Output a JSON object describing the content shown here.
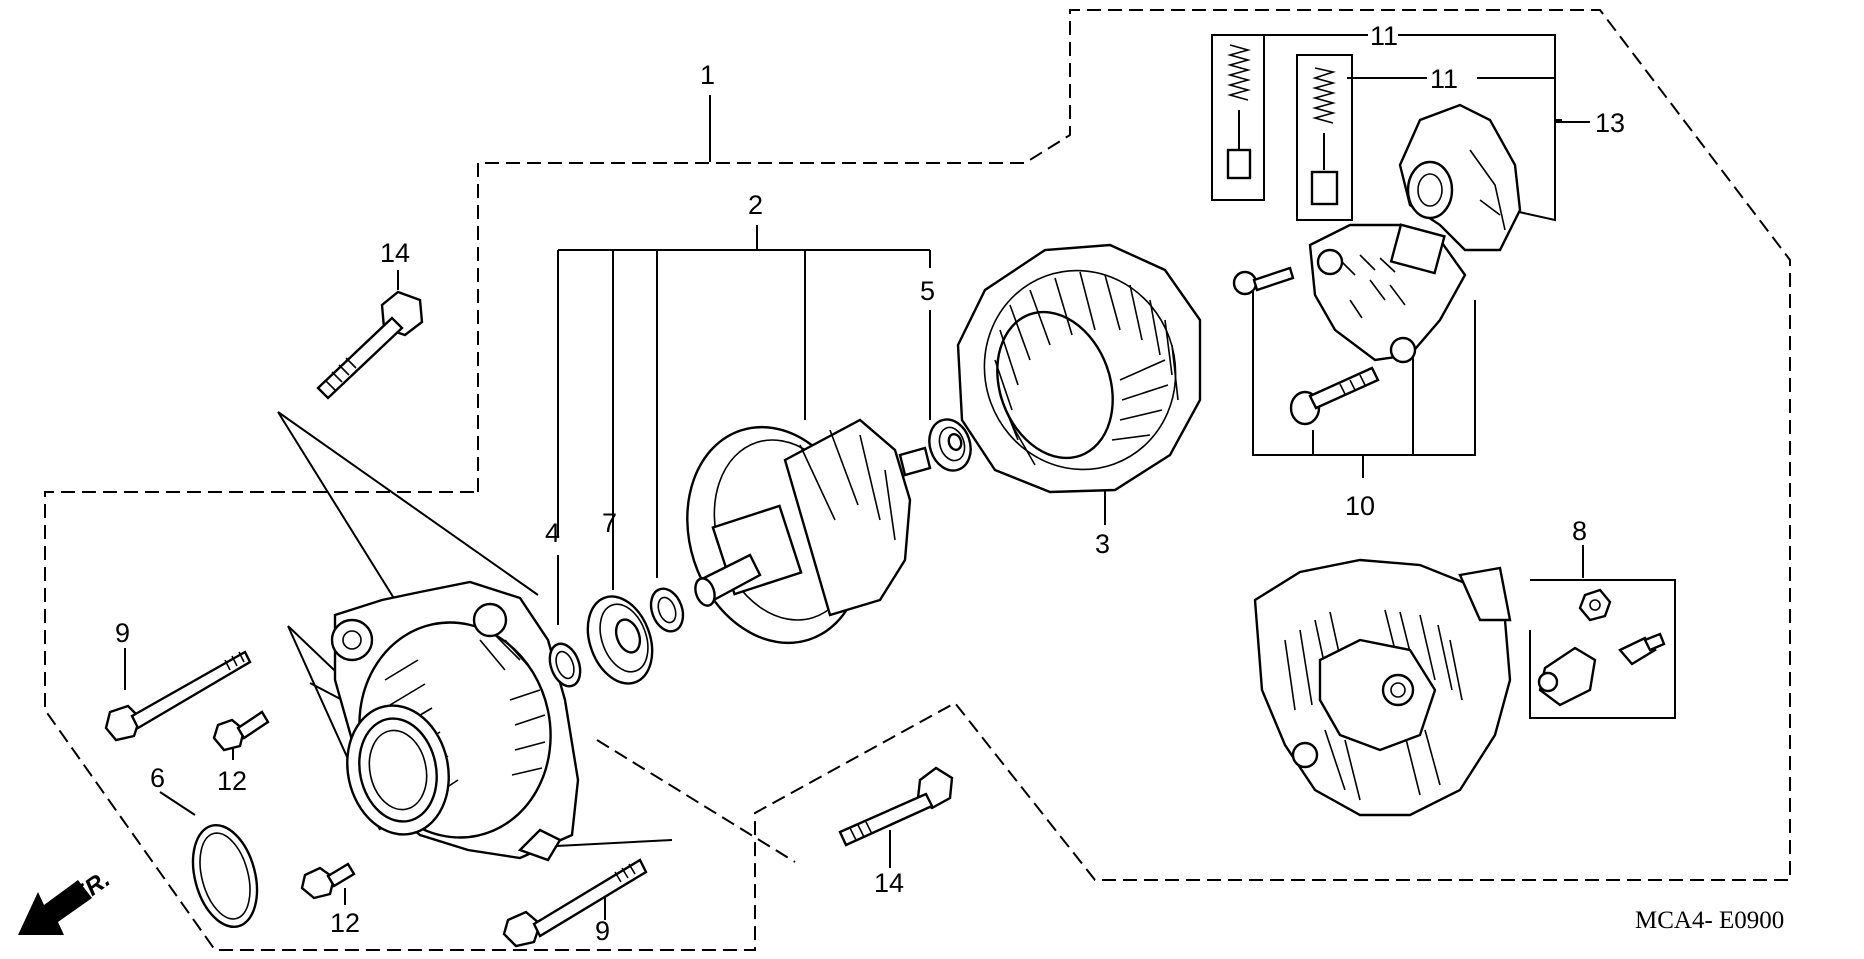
{
  "diagram": {
    "code": "MCA4- E0900",
    "front_marker": "FR.",
    "callouts": {
      "c1": "1",
      "c2": "2",
      "c3": "3",
      "c4": "4",
      "c5": "5",
      "c6": "6",
      "c7": "7",
      "c8": "8",
      "c9a": "9",
      "c9b": "9",
      "c10": "10",
      "c11a": "11",
      "c11b": "11",
      "c12a": "12",
      "c12b": "12",
      "c13": "13",
      "c14a": "14",
      "c14b": "14"
    },
    "icons": {
      "front_arrow": "arrow-down-left-icon"
    }
  }
}
